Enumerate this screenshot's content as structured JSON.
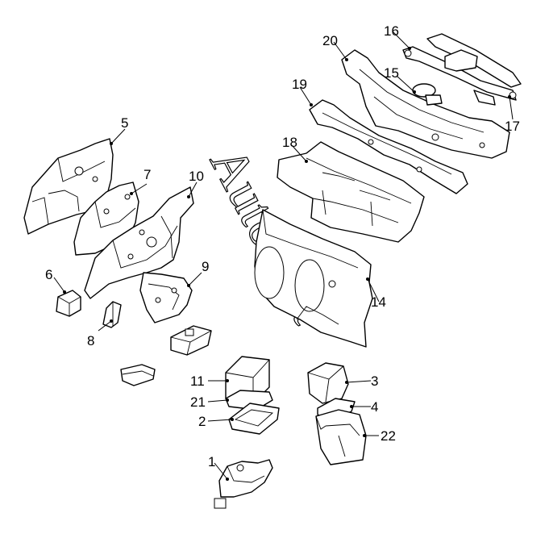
{
  "watermark": "AutoSoft",
  "callouts": {
    "c1": "1",
    "c2": "2",
    "c3": "3",
    "c4": "4",
    "c5": "5",
    "c6": "6",
    "c7": "7",
    "c8": "8",
    "c9": "9",
    "c10": "10",
    "c11": "11",
    "c14": "14",
    "c15": "15",
    "c16": "16",
    "c17": "17",
    "c18": "18",
    "c19": "19",
    "c20": "20",
    "c21": "21",
    "c22": "22"
  }
}
